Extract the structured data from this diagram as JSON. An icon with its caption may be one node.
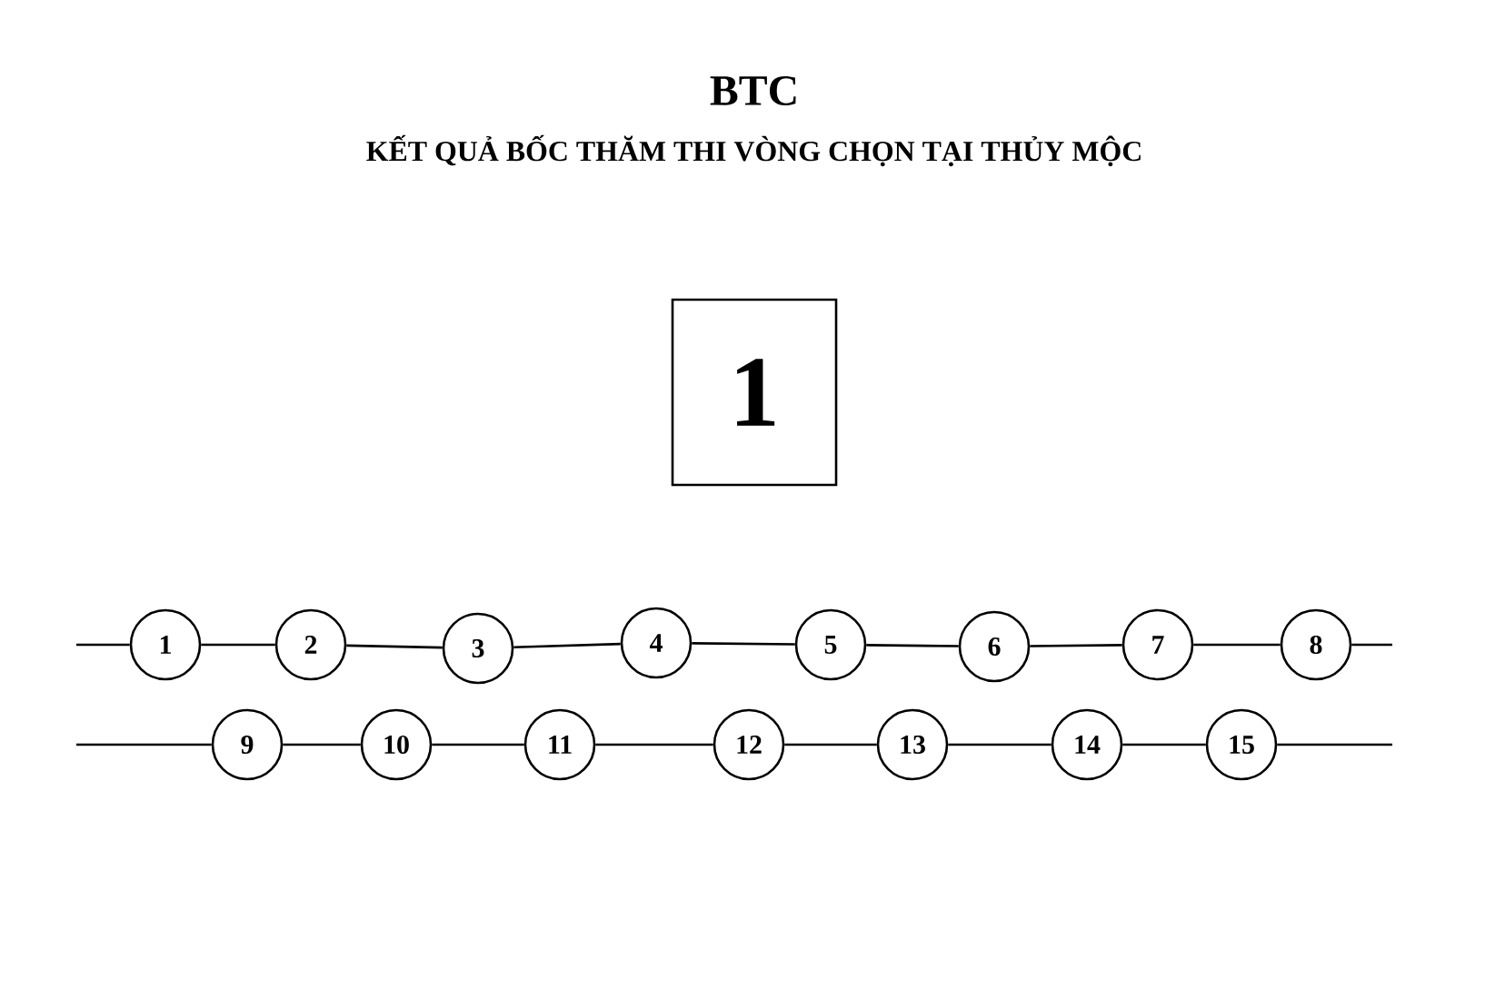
{
  "diagram": {
    "title": "BTC",
    "caption": "KẾT QUẢ BỐC THĂM THI VÒNG CHỌN TẠI THỦY MỘC",
    "nodes": [
      {
        "text": [
          "1"
        ]
      },
      {
        "text": [
          "1"
        ]
      },
      {
        "text": [
          "2"
        ]
      },
      {
        "text": [
          "3"
        ]
      },
      {
        "text": [
          "4"
        ]
      },
      {
        "text": [
          "5"
        ]
      },
      {
        "text": [
          "6"
        ]
      },
      {
        "text": [
          "7"
        ]
      },
      {
        "text": [
          "8"
        ]
      },
      {
        "text": [
          "9"
        ]
      },
      {
        "text": [
          "10"
        ]
      },
      {
        "text": [
          "11"
        ]
      },
      {
        "text": [
          "12"
        ]
      },
      {
        "text": [
          "13"
        ]
      },
      {
        "text": [
          "14"
        ]
      },
      {
        "text": [
          "15"
        ]
      }
    ],
    "edges": [
      {
        "from": null,
        "to": 1,
        "arrow": "none"
      },
      {
        "from": 1,
        "to": 2,
        "arrow": "none"
      },
      {
        "from": 2,
        "to": 3,
        "arrow": "none"
      },
      {
        "from": 3,
        "to": 4,
        "arrow": "none"
      },
      {
        "from": 4,
        "to": 5,
        "arrow": "none"
      },
      {
        "from": 5,
        "to": 6,
        "arrow": "none"
      },
      {
        "from": 6,
        "to": 7,
        "arrow": "none"
      },
      {
        "from": 7,
        "to": 8,
        "arrow": "none"
      },
      {
        "from": 8,
        "to": null,
        "arrow": "none"
      },
      {
        "from": null,
        "to": 9,
        "arrow": "none"
      },
      {
        "from": 9,
        "to": 10,
        "arrow": "none"
      },
      {
        "from": 10,
        "to": 11,
        "arrow": "none"
      },
      {
        "from": 11,
        "to": 12,
        "arrow": "none"
      },
      {
        "from": 12,
        "to": 13,
        "arrow": "none"
      },
      {
        "from": 13,
        "to": 14,
        "arrow": "none"
      },
      {
        "from": 14,
        "to": 15,
        "arrow": "none"
      },
      {
        "from": 15,
        "to": null,
        "arrow": "none"
      }
    ]
  }
}
